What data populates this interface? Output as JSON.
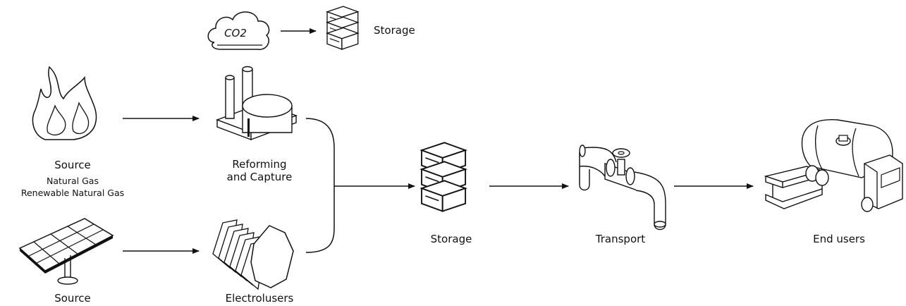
{
  "labels": {
    "co2_storage": "Storage",
    "source_gas_title": "Source",
    "source_gas_line1": "Natural Gas",
    "source_gas_line2": "Renewable Natural Gas",
    "reforming_line1": "Reforming",
    "reforming_line2": "and Capture",
    "storage": "Storage",
    "transport": "Transport",
    "end_users": "End users",
    "source_solar_title": "Source",
    "electrolysers": "Electrolusers"
  },
  "icons": {
    "co2": "CO2",
    "co2_subscript": "2"
  }
}
